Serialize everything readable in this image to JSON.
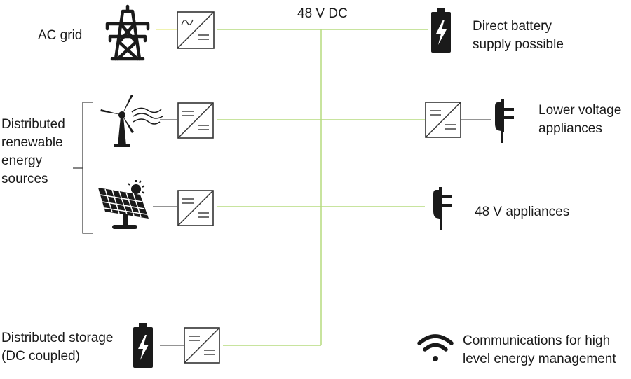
{
  "bus": {
    "label": "48 V DC",
    "color": "#b5dc7e"
  },
  "sources": {
    "ac_grid": "AC grid",
    "renewables": [
      "Distributed",
      "renewable",
      "energy",
      "sources"
    ],
    "storage": [
      "Distributed storage",
      "(DC coupled)"
    ]
  },
  "loads": {
    "battery": [
      "Direct battery",
      "supply possible"
    ],
    "lower_voltage": [
      "Lower voltage",
      "appliances"
    ],
    "v48": "48 V appliances"
  },
  "comms": [
    "Communications for high",
    "level energy management"
  ],
  "icons": [
    "pylon-icon",
    "wind-turbine-icon",
    "solar-panel-icon",
    "battery-icon",
    "plug-icon",
    "wifi-icon",
    "ac-dc-converter-icon",
    "dc-dc-converter-icon"
  ]
}
